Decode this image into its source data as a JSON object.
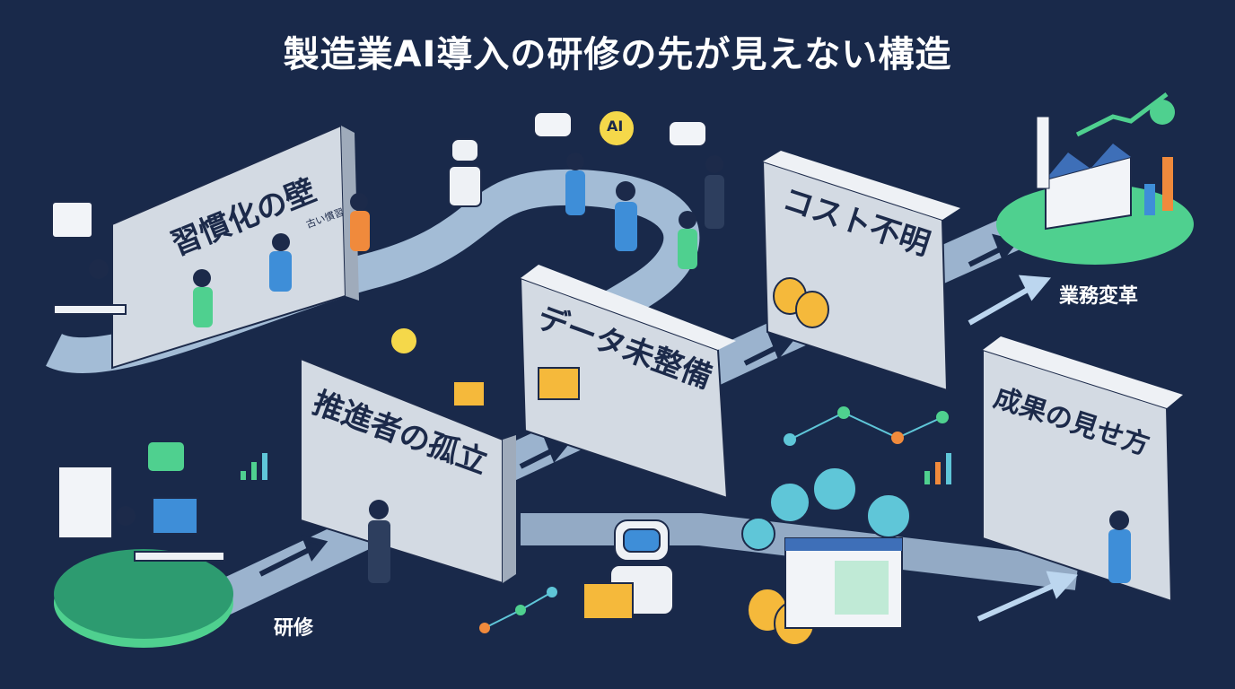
{
  "title": "製造業AI導入の研修の先が見えない構造",
  "panels": {
    "habit": "習慣化の壁",
    "data": "データ未整備",
    "isolation": "推進者の孤立",
    "cost": "コスト不明",
    "results": "成果の見せ方"
  },
  "habit_note": "古い慣習",
  "ai_badge": "AI",
  "labels": {
    "start": "研修",
    "goal": "業務変革"
  },
  "colors": {
    "background": "#19294a",
    "panel": "#d3dae3",
    "path": "#bcd6ef",
    "platform": "#4fd08f",
    "accent_orange": "#f08a3c"
  }
}
